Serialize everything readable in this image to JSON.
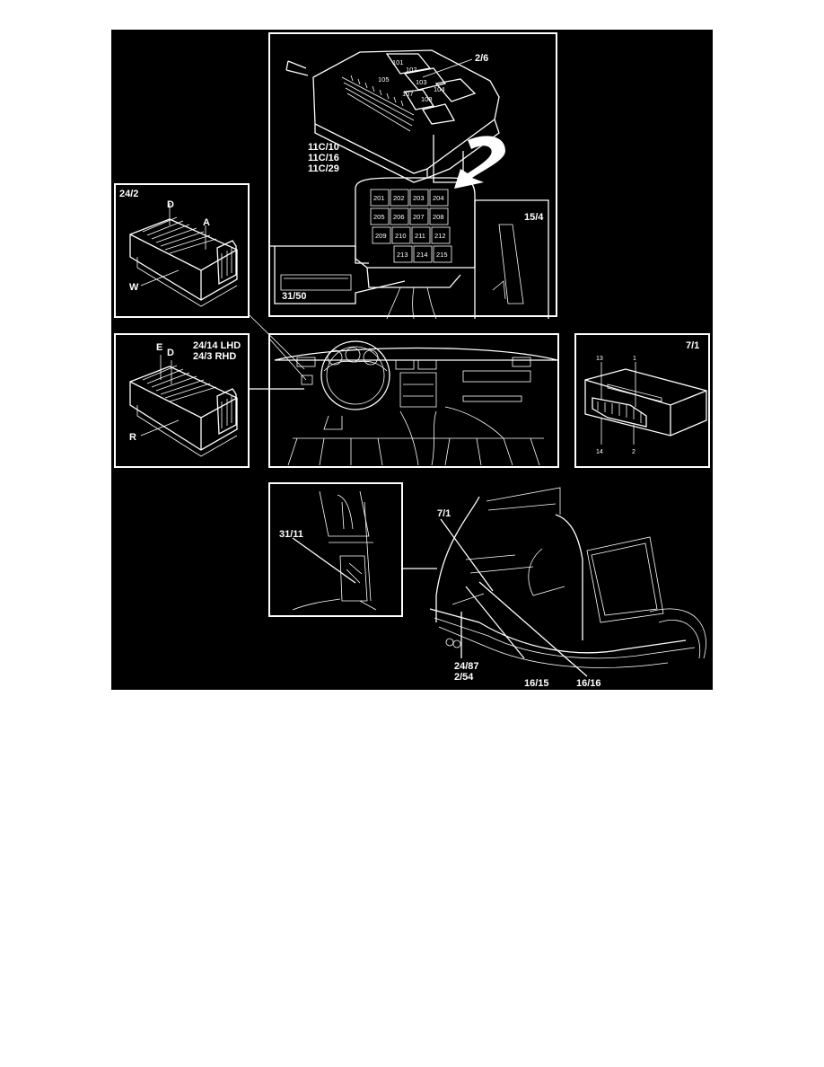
{
  "figure": {
    "background": "#000000",
    "line_color": "#ffffff",
    "panels": {
      "main_fuse_box": {
        "component_label": "2/6",
        "relay_labels": [
          "11C/10",
          "11C/16",
          "11C/29"
        ],
        "upper_fuses": [
          "101",
          "102",
          "103",
          "104",
          "105",
          "107",
          "108"
        ],
        "lower_fuses": [
          "201",
          "202",
          "203",
          "204",
          "205",
          "206",
          "207",
          "208",
          "209",
          "210",
          "211",
          "212",
          "213",
          "214",
          "215"
        ],
        "sub_insets": [
          {
            "label": "31/50"
          },
          {
            "label": "15/4"
          }
        ]
      },
      "connector_24_2": {
        "title": "24/2",
        "callouts": [
          "D",
          "A",
          "W"
        ]
      },
      "connector_24_14": {
        "title_lines": [
          "24/14 LHD",
          "24/3 RHD"
        ],
        "callouts": [
          "E",
          "D",
          "R"
        ]
      },
      "dashboard": {},
      "connector_7_1": {
        "title": "7/1",
        "pin_labels": [
          "13",
          "1",
          "14",
          "2"
        ]
      },
      "pillar_inset": {
        "label": "31/11"
      },
      "rear_cargo": {
        "labels": [
          "7/1",
          "24/87",
          "2/54",
          "16/15",
          "16/16"
        ]
      }
    }
  }
}
